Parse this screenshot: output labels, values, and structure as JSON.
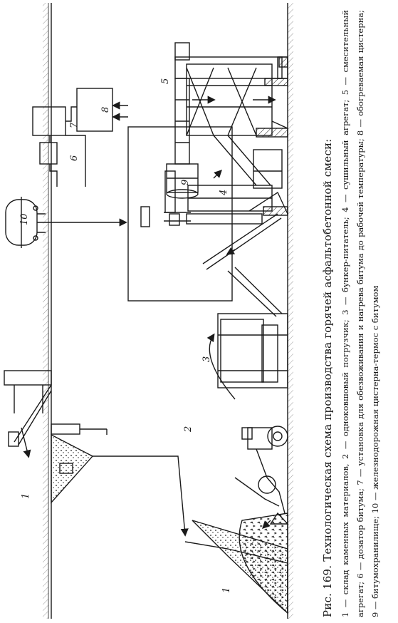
{
  "figure": {
    "caption_title": "Рис. 169. Технологическая схема производства горячей асфальтобетонной смеси:",
    "caption_legend": "1 — склад каменных материалов, 2 — одноковшовый погрузчик; 3 — бункер-питатель; 4 — сушильный агрегат; 5 — смесительный агрегат; 6 — дозатор битума; 7 — установка для обезвоживания и нагрева битума до рабочей температуры; 8 — обогреваемая цистерна; 9 — битумохранилище; 10 — железнодорожная цистерна-термос с битумом",
    "labels": {
      "n1a": "1",
      "n1b": "1",
      "n2": "2",
      "n3": "3",
      "n4": "4",
      "n5": "5",
      "n6": "6",
      "n7": "7",
      "n8": "8",
      "n9": "9",
      "n10": "10"
    }
  },
  "colors": {
    "ink": "#1a1a1a",
    "paper": "#ffffff"
  }
}
